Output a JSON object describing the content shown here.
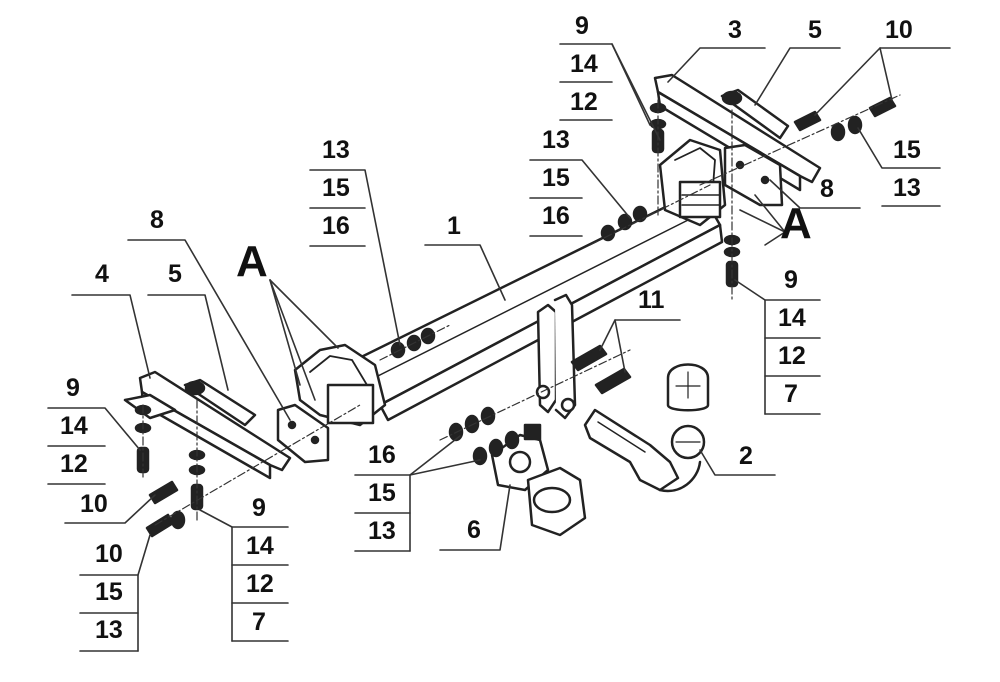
{
  "diagram": {
    "colors": {
      "ink": "#111111",
      "line": "#333333",
      "fill": "#ffffff",
      "dark": "#222222"
    },
    "callouts": {
      "part_1": "1",
      "part_2": "2",
      "part_3": "3",
      "part_4": "4",
      "part_5_right": "5",
      "part_5_left": "5",
      "part_6": "6",
      "part_8_left": "8",
      "part_8_right": "8",
      "part_11": "11",
      "view_a_left": "A",
      "view_a_right": "A"
    },
    "stacks": {
      "top_right_bolt": [
        "9",
        "14",
        "12"
      ],
      "top_right_nut": [
        "10"
      ],
      "right_washer": [
        "15",
        "13"
      ],
      "center_top": [
        "13",
        "15",
        "16"
      ],
      "left_center": [
        "13",
        "15",
        "16"
      ],
      "right_lower": [
        "9",
        "14",
        "12",
        "7"
      ],
      "left_bolt": [
        "9",
        "14",
        "12"
      ],
      "left_nut": [
        "10"
      ],
      "left_lower": [
        "10",
        "15",
        "13"
      ],
      "left_mid": [
        "9",
        "14",
        "12",
        "7"
      ],
      "bottom_center": [
        "16",
        "15",
        "13"
      ]
    }
  }
}
